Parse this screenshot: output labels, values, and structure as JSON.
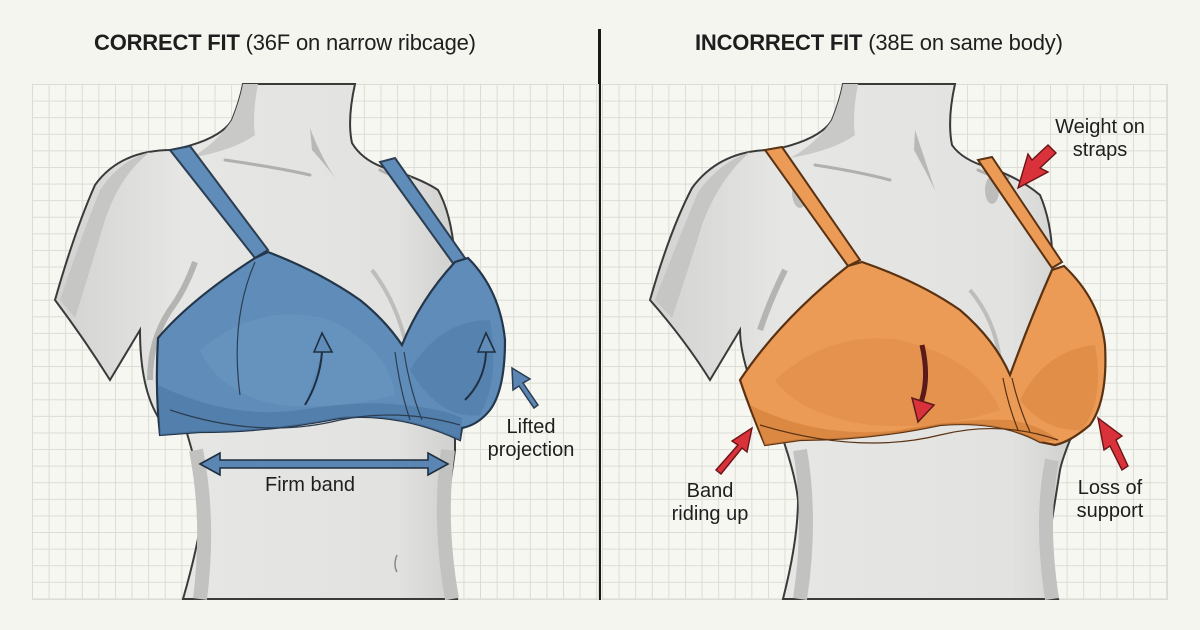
{
  "panels": {
    "left": {
      "title_bold": "CORRECT FIT",
      "title_sub": "(36F on narrow ribcage)",
      "garment_color": "#5f8cb8",
      "garment_shadow": "#4a76a3",
      "arrow_color": "#5b86b4",
      "annotations": [
        {
          "id": "lifted",
          "line1": "Lifted",
          "line2": "projection",
          "arrow": "up-left"
        },
        {
          "id": "band",
          "line1": "Firm band",
          "line2": "",
          "arrow": "double-horizontal"
        }
      ],
      "cup_arrows": [
        "up",
        "up"
      ]
    },
    "right": {
      "title_bold": "INCORRECT FIT",
      "title_sub": "(38E on same body)",
      "garment_color": "#eb9b56",
      "garment_shadow": "#d9843e",
      "arrow_color": "#d9323a",
      "annotations": [
        {
          "id": "straps",
          "line1": "Weight on",
          "line2": "straps",
          "arrow": "down-left"
        },
        {
          "id": "band",
          "line1": "Band",
          "line2": "riding up",
          "arrow": "up-right"
        },
        {
          "id": "support",
          "line1": "Loss of",
          "line2": "support",
          "arrow": "up-left"
        }
      ],
      "cup_arrows": [
        "down"
      ]
    }
  },
  "colors": {
    "background": "#f5f5f0",
    "grid_line": "#dcdcd6",
    "skin": "#e4e4e2",
    "skin_shadow": "#c4c4c2",
    "outline": "#3a3a3a",
    "divider": "#1a1a1a"
  }
}
